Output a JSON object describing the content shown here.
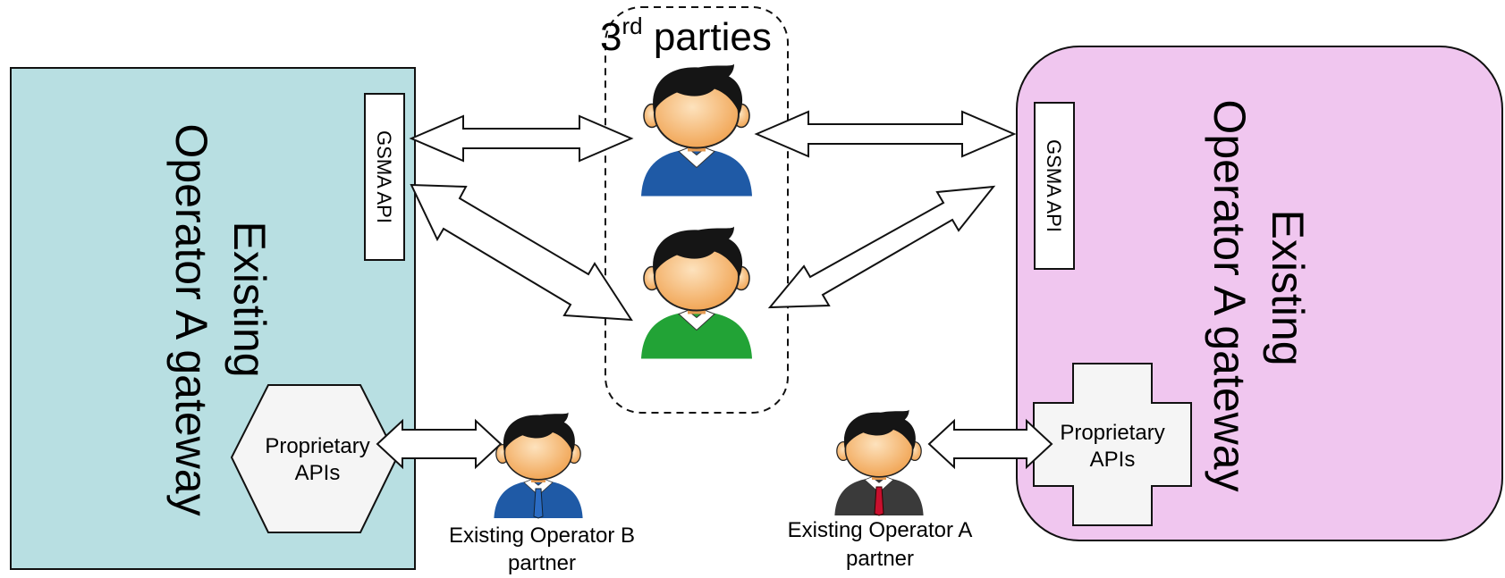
{
  "third_parties": {
    "number": "3",
    "superscript": "rd",
    "word": " parties"
  },
  "gateway_left": {
    "line1": "Existing",
    "line2": "Operator A gateway",
    "gsma_label": "GSMA API",
    "proprietary_line1": "Proprietary",
    "proprietary_line2": "APIs",
    "fill": "#b8dfe2"
  },
  "gateway_right": {
    "line1": "Existing",
    "line2": "Operator A gateway",
    "gsma_label": "GSMA API",
    "proprietary_line1": "Proprietary",
    "proprietary_line2": "APIs",
    "fill": "#f0c6ef"
  },
  "partner_b": {
    "line1": "Existing Operator B",
    "line2": "partner",
    "shirt_color": "#1f5aa6"
  },
  "partner_a": {
    "line1": "Existing Operator A",
    "line2": "partner",
    "shirt_color": "#3a3a3a"
  },
  "colors": {
    "user_top_shirt": "#1f5aa6",
    "user_bottom_shirt": "#22a336",
    "hair": "#151515",
    "skin": "#f7b777"
  }
}
